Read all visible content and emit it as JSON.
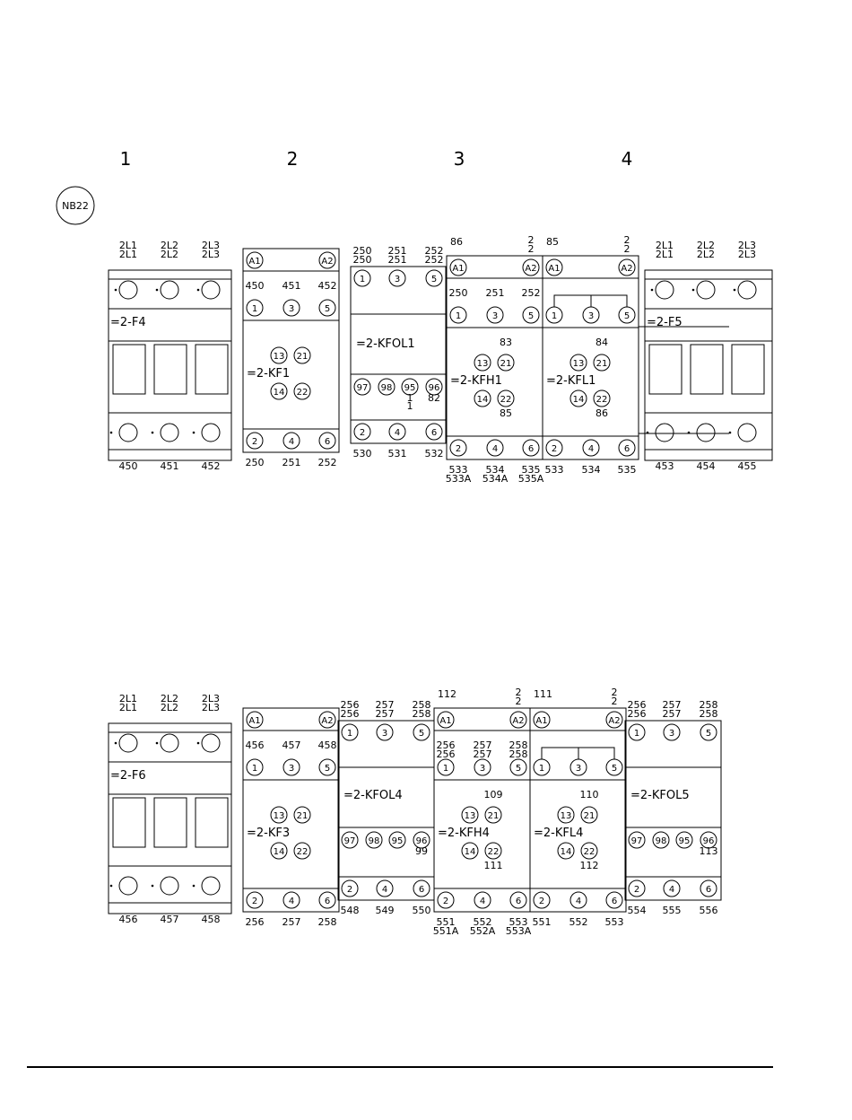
{
  "columns": [
    "1",
    "2",
    "3",
    "4"
  ],
  "sheet_badge": "NB22",
  "row1": {
    "f4": {
      "name": "=2-F4",
      "top": [
        "2L1",
        "2L2",
        "2L3"
      ],
      "top2": [
        "2L1",
        "2L2",
        "2L3"
      ],
      "bottom": [
        "450",
        "451",
        "452"
      ]
    },
    "kf1": {
      "name": "=2-KF1",
      "coil": [
        "A1",
        "A2"
      ],
      "wires_top": [
        "450",
        "451",
        "452"
      ],
      "poles_top": [
        "1",
        "3",
        "5"
      ],
      "aux": [
        "13",
        "21",
        "14",
        "22"
      ],
      "poles_bottom": [
        "2",
        "4",
        "6"
      ],
      "bottom": [
        "250",
        "251",
        "252"
      ]
    },
    "kfol1": {
      "name": "=2-KFOL1",
      "top": [
        "250",
        "251",
        "252"
      ],
      "top2": [
        "250",
        "251",
        "252"
      ],
      "poles_top": [
        "1",
        "3",
        "5"
      ],
      "aux": [
        "97",
        "98",
        "95",
        "96"
      ],
      "aux_wire": "82",
      "aux_marks": [
        "1",
        "1"
      ],
      "poles_bottom": [
        "2",
        "4",
        "6"
      ],
      "bottom": [
        "530",
        "531",
        "532"
      ]
    },
    "kfh1": {
      "name": "=2-KFH1",
      "top_left": "86",
      "top_right": [
        "2",
        "2"
      ],
      "coil": [
        "A1",
        "A2"
      ],
      "wires_top": [
        "250",
        "251",
        "252"
      ],
      "poles_top": [
        "1",
        "3",
        "5"
      ],
      "aux_top_wire": "83",
      "aux": [
        "13",
        "21",
        "14",
        "22"
      ],
      "aux_bottom_wire": "85",
      "poles_bottom": [
        "2",
        "4",
        "6"
      ],
      "bottom": [
        "533",
        "534",
        "535"
      ],
      "bottom2": [
        "533A",
        "534A",
        "535A"
      ]
    },
    "kfl1": {
      "name": "=2-KFL1",
      "top_left": "85",
      "top_right": [
        "2",
        "2"
      ],
      "coil": [
        "A1",
        "A2"
      ],
      "poles_top": [
        "1",
        "3",
        "5"
      ],
      "aux_top_wire": "84",
      "aux": [
        "13",
        "21",
        "14",
        "22"
      ],
      "aux_bottom_wire": "86",
      "poles_bottom": [
        "2",
        "4",
        "6"
      ],
      "bottom": [
        "533",
        "534",
        "535"
      ]
    },
    "f5": {
      "name": "=2-F5",
      "top": [
        "2L1",
        "2L2",
        "2L3"
      ],
      "top2": [
        "2L1",
        "2L2",
        "2L3"
      ],
      "bottom": [
        "453",
        "454",
        "455"
      ]
    }
  },
  "row2": {
    "f6": {
      "name": "=2-F6",
      "top": [
        "2L1",
        "2L2",
        "2L3"
      ],
      "top2": [
        "2L1",
        "2L2",
        "2L3"
      ],
      "bottom": [
        "456",
        "457",
        "458"
      ]
    },
    "kf3": {
      "name": "=2-KF3",
      "coil": [
        "A1",
        "A2"
      ],
      "wires_top": [
        "456",
        "457",
        "458"
      ],
      "poles_top": [
        "1",
        "3",
        "5"
      ],
      "aux": [
        "13",
        "21",
        "14",
        "22"
      ],
      "poles_bottom": [
        "2",
        "4",
        "6"
      ],
      "bottom": [
        "256",
        "257",
        "258"
      ]
    },
    "kfol4": {
      "name": "=2-KFOL4",
      "top": [
        "256",
        "257",
        "258"
      ],
      "top2": [
        "256",
        "257",
        "258"
      ],
      "poles_top": [
        "1",
        "3",
        "5"
      ],
      "aux": [
        "97",
        "98",
        "95",
        "96"
      ],
      "aux_wire": "99",
      "poles_bottom": [
        "2",
        "4",
        "6"
      ],
      "bottom": [
        "548",
        "549",
        "550"
      ]
    },
    "kfh4": {
      "name": "=2-KFH4",
      "top_left": "112",
      "top_right": [
        "2",
        "2"
      ],
      "coil": [
        "A1",
        "A2"
      ],
      "wires_top": [
        "256",
        "257",
        "258"
      ],
      "wires_top2": [
        "256",
        "257",
        "258"
      ],
      "poles_top": [
        "1",
        "3",
        "5"
      ],
      "aux_top_wire": "109",
      "aux": [
        "13",
        "21",
        "14",
        "22"
      ],
      "aux_bottom_wire": "111",
      "poles_bottom": [
        "2",
        "4",
        "6"
      ],
      "bottom": [
        "551",
        "552",
        "553"
      ],
      "bottom2": [
        "551A",
        "552A",
        "553A"
      ]
    },
    "kfl4": {
      "name": "=2-KFL4",
      "top_left": "111",
      "top_right": [
        "2",
        "2"
      ],
      "coil": [
        "A1",
        "A2"
      ],
      "poles_top": [
        "1",
        "3",
        "5"
      ],
      "aux_top_wire": "110",
      "aux": [
        "13",
        "21",
        "14",
        "22"
      ],
      "aux_bottom_wire": "112",
      "poles_bottom": [
        "2",
        "4",
        "6"
      ],
      "bottom": [
        "551",
        "552",
        "553"
      ]
    },
    "kfol5": {
      "name": "=2-KFOL5",
      "top": [
        "256",
        "257",
        "258"
      ],
      "top2": [
        "256",
        "257",
        "258"
      ],
      "poles_top": [
        "1",
        "3",
        "5"
      ],
      "aux": [
        "97",
        "98",
        "95",
        "96"
      ],
      "aux_wire": "113",
      "poles_bottom": [
        "2",
        "4",
        "6"
      ],
      "bottom": [
        "554",
        "555",
        "556"
      ]
    }
  }
}
